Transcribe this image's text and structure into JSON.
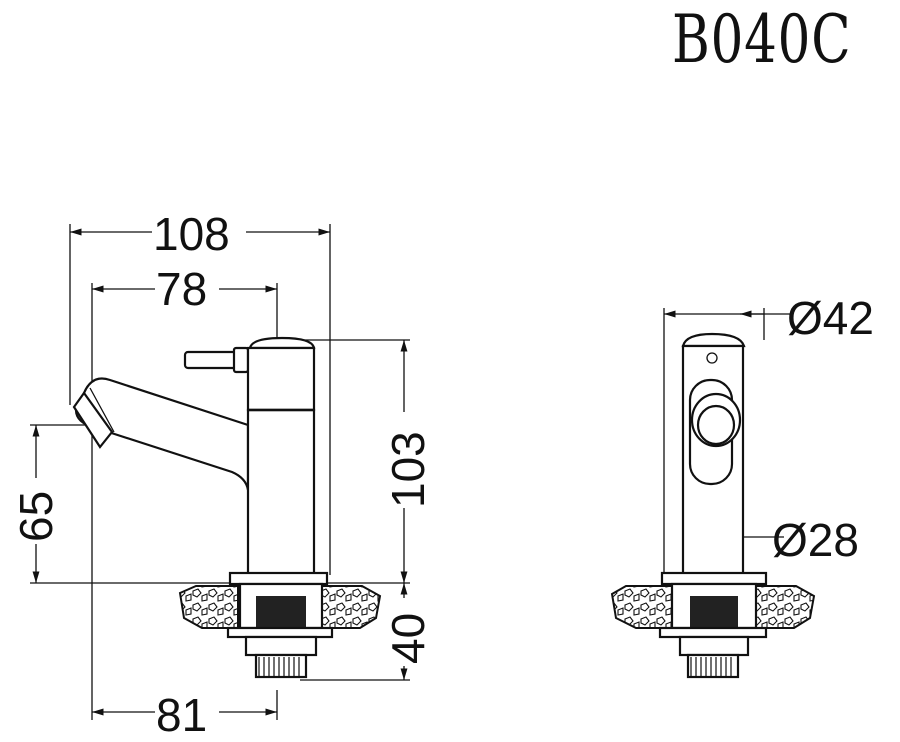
{
  "model_code": "B040C",
  "dimensions": {
    "overall_length": "108",
    "spout_reach": "78",
    "overall_height": "103",
    "spout_height": "65",
    "shank_length": "40",
    "base_offset": "81",
    "body_diameter": "Ø42",
    "shank_diameter": "Ø28"
  }
}
